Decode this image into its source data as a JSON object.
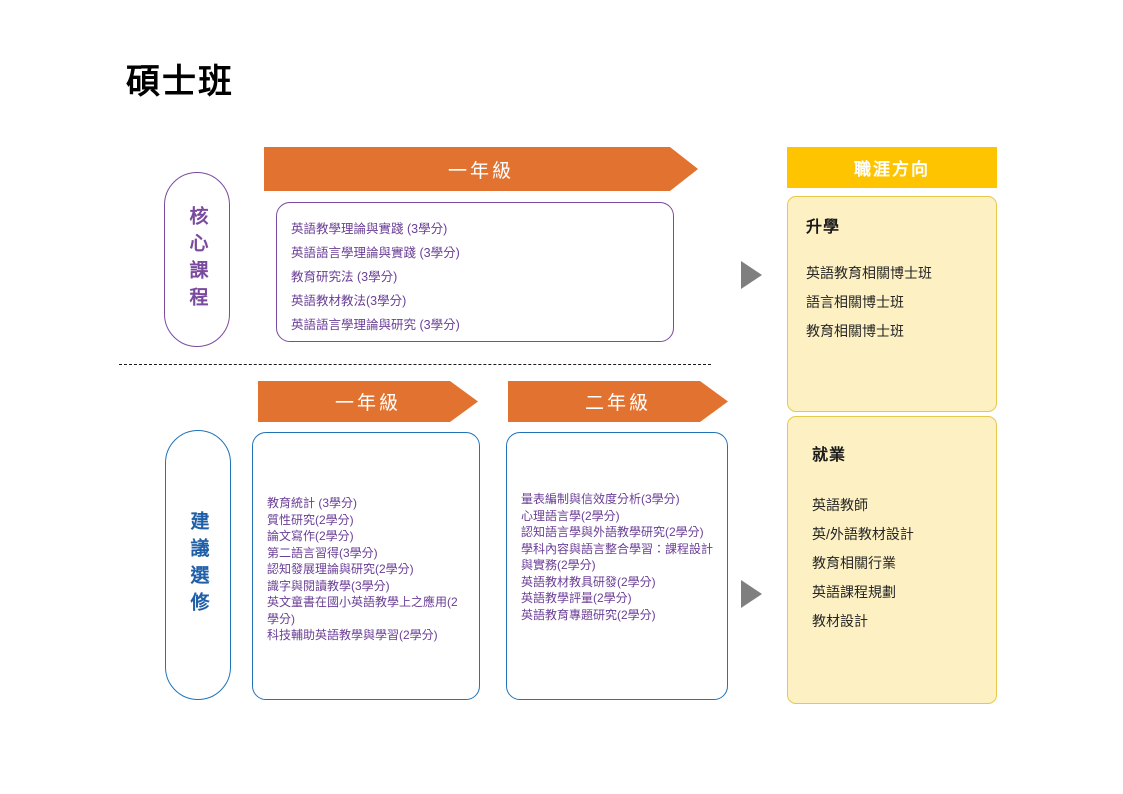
{
  "page": {
    "title": "碩士班"
  },
  "colors": {
    "banner_orange": "#E2722F",
    "career_header_yellow": "#FFC400",
    "career_panel_fill": "#FDF1C4",
    "career_panel_border": "#E8C84A",
    "purple": "#7A4A9E",
    "blue": "#2173B8",
    "arrow_gray": "#7F7F7F"
  },
  "core": {
    "capsule_label": "核心課程",
    "year_banner": "一年級",
    "courses": [
      "英語教學理論與實踐 (3學分)",
      "英語語言學理論與實踐 (3學分)",
      "教育研究法 (3學分)",
      "英語教材教法(3學分)",
      "英語語言學理論與研究 (3學分)"
    ]
  },
  "elective": {
    "capsule_label": "建議選修",
    "year1_banner": "一年級",
    "year2_banner": "二年級",
    "year1_courses": [
      "教育統計 (3學分)",
      "質性研究(2學分)",
      "論文寫作(2學分)",
      "第二語言習得(3學分)",
      "認知發展理論與研究(2學分)",
      "識字與閱讀教學(3學分)",
      "英文童書在國小英語教學上之應用(2學分)",
      "科技輔助英語教學與學習(2學分)"
    ],
    "year2_courses": [
      "量表編制與信效度分析(3學分)",
      "心理語言學(2學分)",
      "認知語言學與外語教學研究(2學分)",
      "學科內容與語言整合學習：課程設計與實務(2學分)",
      "英語教材教具研發(2學分)",
      "英語教學評量(2學分)",
      "英語教育專題研究(2學分)"
    ]
  },
  "career": {
    "header": "職涯方向",
    "study": {
      "heading": "升學",
      "items": [
        "英語教育相關博士班",
        "語言相關博士班",
        "教育相關博士班"
      ]
    },
    "work": {
      "heading": "就業",
      "items": [
        "英語教師",
        "英/外語教材設計",
        "教育相關行業",
        "英語課程規劃",
        "教材設計"
      ]
    }
  },
  "icons": {
    "arrow_top": "triangle-right-icon",
    "arrow_bottom": "triangle-right-icon"
  }
}
